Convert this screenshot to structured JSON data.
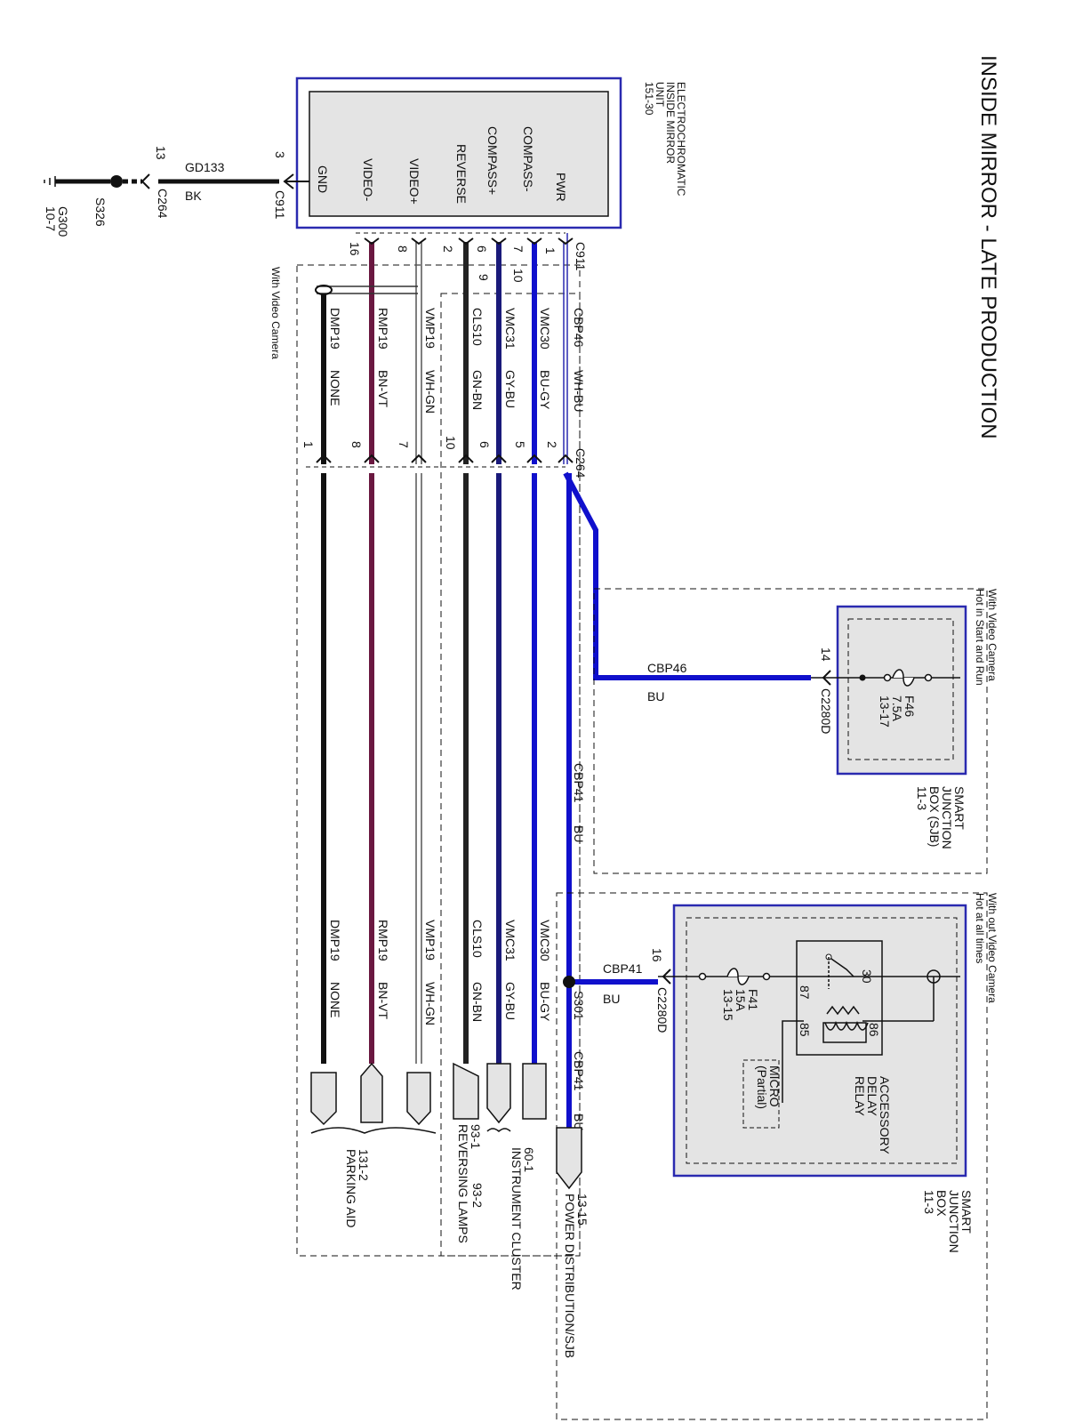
{
  "title": "INSIDE MIRROR - LATE PRODUCTION",
  "colors": {
    "power_wire": "#1010cc",
    "frame": "#2a2ab0",
    "box_fill": "#e4e4e4",
    "ink": "#111111"
  },
  "mirror_unit": {
    "name_lines": [
      "ELECTROCHROMATIC",
      "INSIDE MIRROR",
      "UNIT",
      "151-30"
    ],
    "pins": [
      "PWR",
      "COMPASS-",
      "COMPASS+",
      "REVERSE",
      "VIDEO+",
      "VIDEO-",
      "GND"
    ]
  },
  "ground": {
    "pin": "3",
    "connector": "C911",
    "wire": "GD133",
    "color": "BK",
    "c264_pin": "13",
    "c264": "C264",
    "splice": "S326",
    "ground_point": "G300",
    "ground_ref": "10-7"
  },
  "connectors": {
    "c911": "C911",
    "c264": "C264"
  },
  "wires": [
    {
      "c911": "1",
      "code": "CBP46",
      "color": "WH-BU",
      "c264": "2"
    },
    {
      "c911": "7",
      "extra": "10",
      "code": "VMC30",
      "color": "BU-GY",
      "c264": "5"
    },
    {
      "c911": "6",
      "extra": "9",
      "code": "VMC31",
      "color": "GY-BU",
      "c264": "6"
    },
    {
      "c911": "2",
      "code": "CLS10",
      "color": "GN-BN",
      "c264": "10"
    },
    {
      "c911": "8",
      "code": "VMP19",
      "color": "WH-GN",
      "c264": "7"
    },
    {
      "c911": "16",
      "code": "RMP19",
      "color": "BN-VT",
      "c264": "8"
    },
    {
      "code": "DMP19",
      "color": "NONE",
      "c264": "1"
    }
  ],
  "lower_wires": [
    {
      "code": "VMC30",
      "color": "BU-GY"
    },
    {
      "code": "VMC31",
      "color": "GY-BU"
    },
    {
      "code": "CLS10",
      "color": "GN-BN"
    },
    {
      "code": "VMP19",
      "color": "WH-GN"
    },
    {
      "code": "RMP19",
      "color": "BN-VT"
    },
    {
      "code": "DMP19",
      "color": "NONE"
    }
  ],
  "option_video": "With Video Camera",
  "sjb_with_video": {
    "condition_lines": [
      "With Video Camera",
      "Hot in Start and Run"
    ],
    "fuse": [
      "F46",
      "7.5A",
      "13-17"
    ],
    "pin": "14",
    "connector": "C2280D",
    "wire": "CBP46",
    "color": "BU",
    "name_lines": [
      "SMART",
      "JUNCTION",
      "BOX (SJB)",
      "11-3"
    ]
  },
  "feed_wire": {
    "code": "CBP41",
    "color": "BU"
  },
  "sjb_without_video": {
    "condition_lines": [
      "With out Video Camera",
      "Hot at all times"
    ],
    "fuse": [
      "F41",
      "15A",
      "13-15"
    ],
    "pin": "16",
    "connector": "C2280D",
    "wire": "CBP41",
    "color": "BU",
    "splice": "S301",
    "relay_pins": [
      "30",
      "87",
      "85",
      "86"
    ],
    "relay_lines": [
      "ACCESSORY",
      "DELAY",
      "RELAY"
    ],
    "micro_lines": [
      "MICRO",
      "(Partial)"
    ],
    "name_lines": [
      "SMART",
      "JUNCTION",
      "BOX",
      "11-3"
    ]
  },
  "after_splice": {
    "code": "CBP41",
    "color": "BU"
  },
  "destinations": {
    "power": [
      "13-15",
      "POWER DISTRIBUTION/SJB"
    ],
    "cluster": [
      "60-1",
      "INSTRUMENT CLUSTER"
    ],
    "reversing": [
      "93-1",
      "REVERSING LAMPS",
      "93-2"
    ],
    "parking": [
      "131-2",
      "PARKING AID"
    ]
  }
}
